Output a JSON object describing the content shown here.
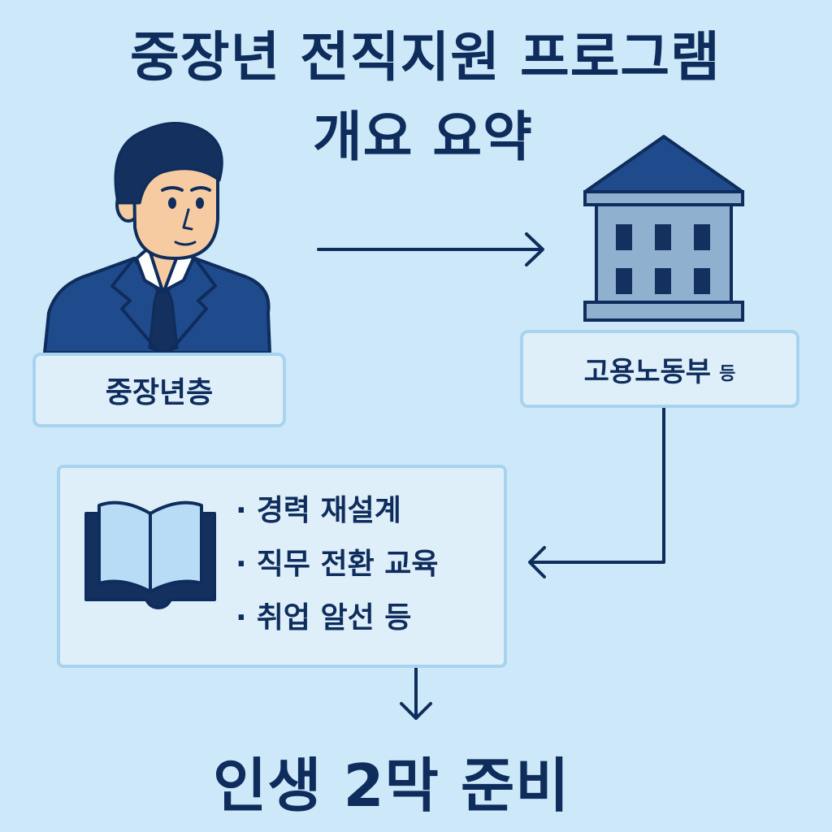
{
  "title": {
    "line1": "중장년 전직지원 프로그램",
    "line2": "개요 요약"
  },
  "person": {
    "label": "중장년층",
    "icon": "businessman-icon"
  },
  "organization": {
    "label": "고용노동부",
    "suffix": "등",
    "icon": "government-building-icon"
  },
  "program": {
    "icon": "open-book-icon",
    "items": [
      "경력 재설계",
      "직무 전환 교육",
      "취업 알선 등"
    ]
  },
  "result": "인생 2막 준비",
  "colors": {
    "background": "#cde8f8",
    "navy": "#0e2d5c",
    "box_fill": "#deeffa",
    "box_border": "#a8d3ef",
    "building_blue": "#8fb0cf"
  }
}
